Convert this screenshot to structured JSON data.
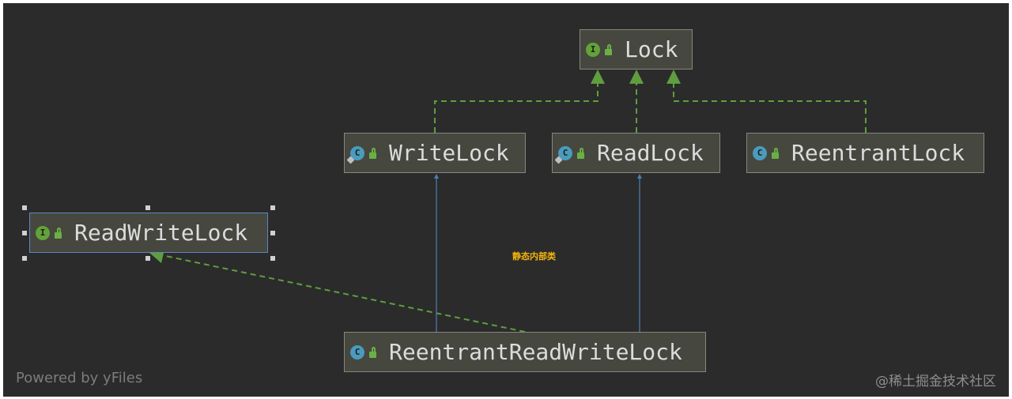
{
  "diagram": {
    "nodes": {
      "lock": {
        "label": "Lock",
        "badge": "I",
        "kind": "interface"
      },
      "write_lock": {
        "label": "WriteLock",
        "badge": "C",
        "kind": "class"
      },
      "read_lock": {
        "label": "ReadLock",
        "badge": "C",
        "kind": "class"
      },
      "reentrant_lock": {
        "label": "ReentrantLock",
        "badge": "C",
        "kind": "class"
      },
      "read_write_lock": {
        "label": "ReadWriteLock",
        "badge": "I",
        "kind": "interface"
      },
      "reentrant_read_write_lock": {
        "label": "ReentrantReadWriteLock",
        "badge": "C",
        "kind": "class"
      }
    },
    "note": "静态内部类",
    "footer": "Powered by yFiles",
    "watermark": "@稀土掘金技术社区",
    "colors": {
      "background": "#2b2b2b",
      "node_fill": "#46473f",
      "implements_edge": "#5f9e3f",
      "inner_class_edge": "#4a7fb5",
      "note": "#f2b40c"
    }
  }
}
